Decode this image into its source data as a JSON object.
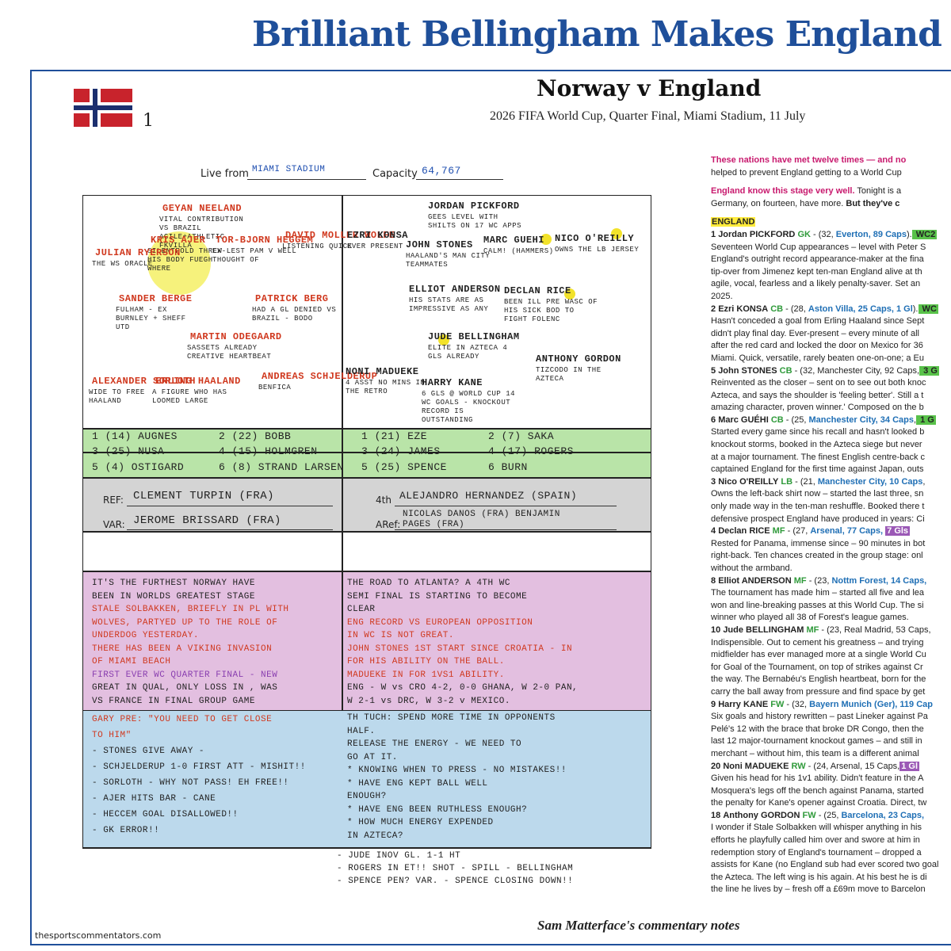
{
  "title": "Brilliant Bellingham Makes England B",
  "page_number": "1",
  "match": {
    "title": "Norway v England",
    "subtitle": "2026 FIFA World Cup, Quarter Final, Miami Stadium, 11 July"
  },
  "venue": {
    "live_from_label": "Live from",
    "live_from_value": "MIAMI STADIUM",
    "capacity_label": "Capacity",
    "capacity_value": "64,767"
  },
  "norway_xi": [
    {
      "n": "GEYAN NEELAND",
      "note": "VITAL CONTRIBUTION VS BRAZIL AGILE+ATHLETIC FKVILLA"
    },
    {
      "n": "KRIS AJER",
      "note": "SILENTFOLD THREW HIS BODY FUEGH WHERE"
    },
    {
      "n": "TOR-BJORN HEGGEM",
      "note": "EX-LEST PAM V WELL THOUGHT OF"
    },
    {
      "n": "DAVID MOLLER WOLFE",
      "note": "LISTENING QUICK"
    },
    {
      "n": "JULIAN RYERSON",
      "note": "THE WS ORACLE"
    },
    {
      "n": "SANDER BERGE",
      "note": "FULHAM - EX BURNLEY + SHEFF UTD"
    },
    {
      "n": "PATRICK BERG",
      "note": "HAD A GL DENIED VS BRAZIL - BODO"
    },
    {
      "n": "MARTIN ODEGAARD",
      "note": "SASSETS ALREADY CREATIVE HEARTBEAT"
    },
    {
      "n": "ALEXANDER SORLOTH",
      "note": "WIDE TO FREE HAALAND"
    },
    {
      "n": "ERLING HAALAND",
      "note": "A FIGURE WHO HAS LOOMED LARGE"
    },
    {
      "n": "ANDREAS SCHJELDERUP",
      "note": "BENFICA"
    }
  ],
  "england_xi": [
    {
      "n": "JORDAN PICKFORD",
      "note": "GEES LEVEL WITH SHILTS ON 17 WC APPS"
    },
    {
      "n": "EZRI KONSA",
      "note": "EVER PRESENT"
    },
    {
      "n": "JOHN STONES",
      "note": "HAALAND'S MAN CITY TEAMMATES"
    },
    {
      "n": "MARC GUEHI",
      "note": "CALM! (HAMMERS)"
    },
    {
      "n": "NICO O'REILLY",
      "note": "OWNS THE LB JERSEY"
    },
    {
      "n": "ELLIOT ANDERSON",
      "note": "HIS STATS ARE AS IMPRESSIVE AS ANY"
    },
    {
      "n": "DECLAN RICE",
      "note": "BEEN ILL PRE WASC OF HIS SICK BOD TO FIGHT FOLENC"
    },
    {
      "n": "JUDE BELLINGHAM",
      "note": "ELITE IN AZTECA 4 GLS ALREADY"
    },
    {
      "n": "NONI MADUEKE",
      "note": "4 ASST NO MINS IN THE RETRO"
    },
    {
      "n": "HARRY KANE",
      "note": "6 GLS @ WORLD CUP 14 WC GOALS - KNOCKOUT RECORD IS OUTSTANDING"
    },
    {
      "n": "ANTHONY GORDON",
      "note": "TIZCODO IN THE AZTECA"
    }
  ],
  "subs": {
    "norway": [
      "1 (14) AUGNES",
      "2 (22) BOBB",
      "3 (25) NUSA",
      "4 (15) HOLMGREN",
      "5 (4) OSTIGARD",
      "6 (8) STRAND LARSEN"
    ],
    "england": [
      "1 (21) EZE",
      "2 (7) SAKA",
      "3 (24) JAMES",
      "4 (17) ROGERS",
      "5 (25) SPENCE",
      "6 BURN"
    ]
  },
  "officials": {
    "ref_label": "REF:",
    "ref": "CLEMENT TURPIN (FRA)",
    "fourth_label": "4th",
    "fourth": "ALEJANDRO HERNANDEZ (SPAIN)",
    "var_label": "VAR:",
    "var": "JEROME BRISSARD (FRA)",
    "aref_label": "ARef:",
    "aref": "NICOLAS DANOS (FRA) BENJAMIN PAGES (FRA)"
  },
  "notes_left": [
    "IT'S THE FURTHEST NORWAY HAVE",
    "BEEN IN WORLDS GREATEST STAGE",
    "STALE SOLBAKKEN, BRIEFLY IN PL WITH",
    "WOLVES, PARTYED UP TO THE ROLE OF",
    "UNDERDOG YESTERDAY.",
    "THERE HAS BEEN A VIKING INVASION",
    "OF MIAMI BEACH",
    "FIRST EVER WC QUARTER FINAL - NEW",
    "GREAT IN QUAL, ONLY LOSS IN , WAS",
    "VS FRANCE IN FINAL GROUP GAME"
  ],
  "notes_right": [
    "THE ROAD TO ATLANTA? A 4TH WC",
    "SEMI FINAL IS STARTING TO BECOME",
    "CLEAR",
    "ENG RECORD VS EUROPEAN OPPOSITION",
    "IN WC IS NOT GREAT.",
    "JOHN STONES 1ST START SINCE CROATIA - IN",
    "FOR HIS ABILITY ON THE BALL.",
    "MADUEKE IN FOR 1VS1 ABILITY.",
    "ENG - W vs CRO 4-2, 0-0 GHANA, W 2-0 PAN,",
    "W 2-1 vs DRC, W 3-2 v MEXICO."
  ],
  "live_left": [
    "GARY PRE: \"YOU NEED TO GET CLOSE",
    "TO HIM\"",
    "- STONES GIVE AWAY -",
    "- SCHJELDERUP 1-0 FIRST ATT - MISHIT!!",
    "- SORLOTH - WHY NOT PASS! EH FREE!!",
    "- AJER HITS BAR - CANE",
    "- HECCEM GOAL DISALLOWED!!",
    "- GK ERROR!!"
  ],
  "live_right": [
    "TH TUCH: SPEND MORE TIME IN OPPONENTS",
    "HALF.",
    "RELEASE THE ENERGY - WE NEED TO",
    "GO AT IT.",
    "* KNOWING WHEN TO PRESS - NO MISTAKES!!",
    "* HAVE ENG KEPT BALL WELL",
    "ENOUGH?",
    "* HAVE ENG BEEN RUTHLESS ENOUGH?",
    "* HOW MUCH ENERGY EXPENDED",
    "IN AZTECA?"
  ],
  "below_grid": [
    "- JUDE INOV GL. 1-1 HT",
    "- ROGERS IN ET!! SHOT - SPILL - BELLINGHAM",
    "- SPENCE PEN? VAR. - SPENCE CLOSING DOWN!!"
  ],
  "right_col": {
    "intro1": "These nations have met twelve times — and no",
    "intro2": "helped to prevent England getting to a World Cup",
    "intro3a": "England know this stage very well.",
    "intro3b": " Tonight is a",
    "intro4a": "Germany, on fourteen, have more. ",
    "intro4b": "But they've c",
    "team_header": "ENGLAND",
    "entries": [
      {
        "num": "1",
        "name": "Jordan PICKFORD",
        "pos": "GK",
        "meta": " - (32, ",
        "club": "Everton, 89 Caps",
        "close": ").",
        "badge": " WC2",
        "lines": [
          "Seventeen World Cup appearances – level with Peter S",
          "England's outright record appearance-maker at the fina",
          "tip-over from Jimenez kept ten-man England alive at th",
          "agile, vocal, fearless and a likely penalty-saver. Set an",
          "2025."
        ]
      },
      {
        "num": "2",
        "name": "Ezri KONSA",
        "pos": "CB",
        "meta": " - (28, ",
        "club": "Aston Villa, 25 Caps, 1 Gl",
        "close": ").",
        "badge": " WC",
        "lines": [
          "Hasn't conceded a goal from Erling Haaland since Sept",
          "didn't play final day.  Ever-present – every minute of all",
          "after the red card and locked the door on Mexico for 36",
          "Miami. Quick, versatile, rarely beaten one-on-one; a Eu"
        ]
      },
      {
        "num": "5",
        "name": "John STONES",
        "pos": "CB",
        "meta": " - (32, Manchester City, 92 Caps,",
        "club": "",
        "close": "",
        "badge": " 3 G",
        "lines": [
          "Reinvented as the closer – sent on to see out both knoc",
          "Azteca, and says the shoulder is 'feeling better'. Still a t",
          "amazing character, proven winner.' Composed on the b"
        ]
      },
      {
        "num": "6",
        "name": "Marc GUÉHI",
        "pos": "CB",
        "meta": " - (25, ",
        "club": "Manchester City, 34 Caps",
        "close": ",",
        "badge": " 1 G",
        "lines": [
          "Started every game since his recall and hasn't looked b",
          "knockout storms, booked in the Azteca siege but never",
          "at a major tournament. The finest English centre-back c",
          "captained England for the first time against Japan, outs"
        ]
      },
      {
        "num": "3",
        "name": "Nico O'REILLY",
        "pos": "LB",
        "meta": " - (21, ",
        "club": "Manchester City, 10 Caps",
        "close": ",",
        "badge": "",
        "lines": [
          "Owns the left-back shirt now – started the last three, sn",
          "only made way in the ten-man reshuffle. Booked there t",
          "defensive prospect England have produced in years: Ci"
        ]
      },
      {
        "num": "4",
        "name": "Declan RICE",
        "pos": "MF",
        "meta": " - (27, ",
        "club": "Arsenal, 77 Caps,",
        "close": " ",
        "badge": "7 Gls",
        "lines": [
          "Rested for Panama, immense since – 90 minutes in bot",
          "right-back. Ten chances created in the group stage: onl",
          "without the armband."
        ]
      },
      {
        "num": "8",
        "name": "Elliot ANDERSON",
        "pos": "MF",
        "meta": " - (23, ",
        "club": "Nottm Forest, 14 Caps,",
        "close": "",
        "badge": "",
        "lines": [
          "The tournament has made him – started all five and lea",
          "won and line-breaking passes at this World Cup. The si",
          "winner who played all 38 of Forest's league games."
        ]
      },
      {
        "num": "10",
        "name": "Jude BELLINGHAM",
        "pos": "MF",
        "meta": " - (23, Real Madrid, 53 Caps,",
        "club": "",
        "close": "",
        "badge": "",
        "lines": [
          "Indispensible. Out to cement his greatness – and trying",
          "midfielder has ever managed more at a single World Cu",
          "for Goal of the Tournament, on top of strikes against Cr",
          "the way. The Bernabéu's English heartbeat, born for the",
          "carry the ball away from pressure and find space by get"
        ]
      },
      {
        "num": "9",
        "name": "Harry KANE",
        "pos": "FW",
        "meta": " - (32, ",
        "club": "Bayern Munich (Ger), 119 Cap",
        "close": "",
        "badge": "",
        "lines": [
          "Six goals and history rewritten – past Lineker against Pa",
          "Pelé's 12 with the brace that broke DR Congo, then the",
          "last 12 major-tournament knockout games – and still in",
          "merchant – without him, this team is a different animal"
        ]
      },
      {
        "num": "20",
        "name": "Noni MADUEKE",
        "pos": "RW",
        "meta": " - (24, Arsenal, 15 Caps,",
        "club": "",
        "close": "",
        "badge": "1 Gl",
        "lines": [
          "Given his head for his 1v1 ability. Didn't feature in the A",
          "Mosquera's legs off the bench against Panama, started",
          "the penalty for Kane's opener against Croatia. Direct, tw"
        ]
      },
      {
        "num": "18",
        "name": "Anthony GORDON",
        "pos": "FW",
        "meta": " - (25, ",
        "club": "Barcelona, 23 Caps,",
        "close": "",
        "badge": "",
        "lines": [
          "I wonder if Stale Solbakken will whisper anything in his",
          "efforts he playfully called him over and swore at him in",
          "redemption story of England's tournament – dropped a",
          "assists for Kane (no England sub had ever scored two goal",
          "the Azteca. The left wing is his again. At his best he is di",
          "the line he lives by – fresh off a £69m move to Barcelon"
        ]
      }
    ]
  },
  "footer_left": "thesportscommentators.com",
  "footer_right": "Sam Matterface's commentary notes"
}
